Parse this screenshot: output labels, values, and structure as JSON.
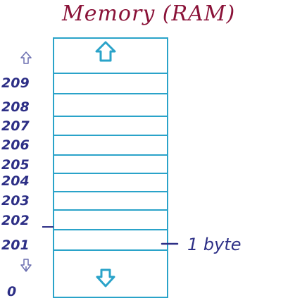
{
  "title": "Memory (RAM)",
  "addresses": [
    "209",
    "208",
    "207",
    "206",
    "205",
    "204",
    "203",
    "202",
    "201"
  ],
  "bottom_address": "0",
  "byte_annotation": "1 byte",
  "colors": {
    "title": "#8a1238",
    "memory_cells": "#2aa3c9",
    "handwriting": "#2d2f86",
    "side_arrows": "#6b6fb0"
  },
  "icons": {
    "top_arrow": "up-arrow-icon",
    "bottom_arrow": "down-arrow-icon",
    "left_top_arrow": "up-arrow-icon",
    "left_bottom_arrow": "down-arrow-icon"
  }
}
